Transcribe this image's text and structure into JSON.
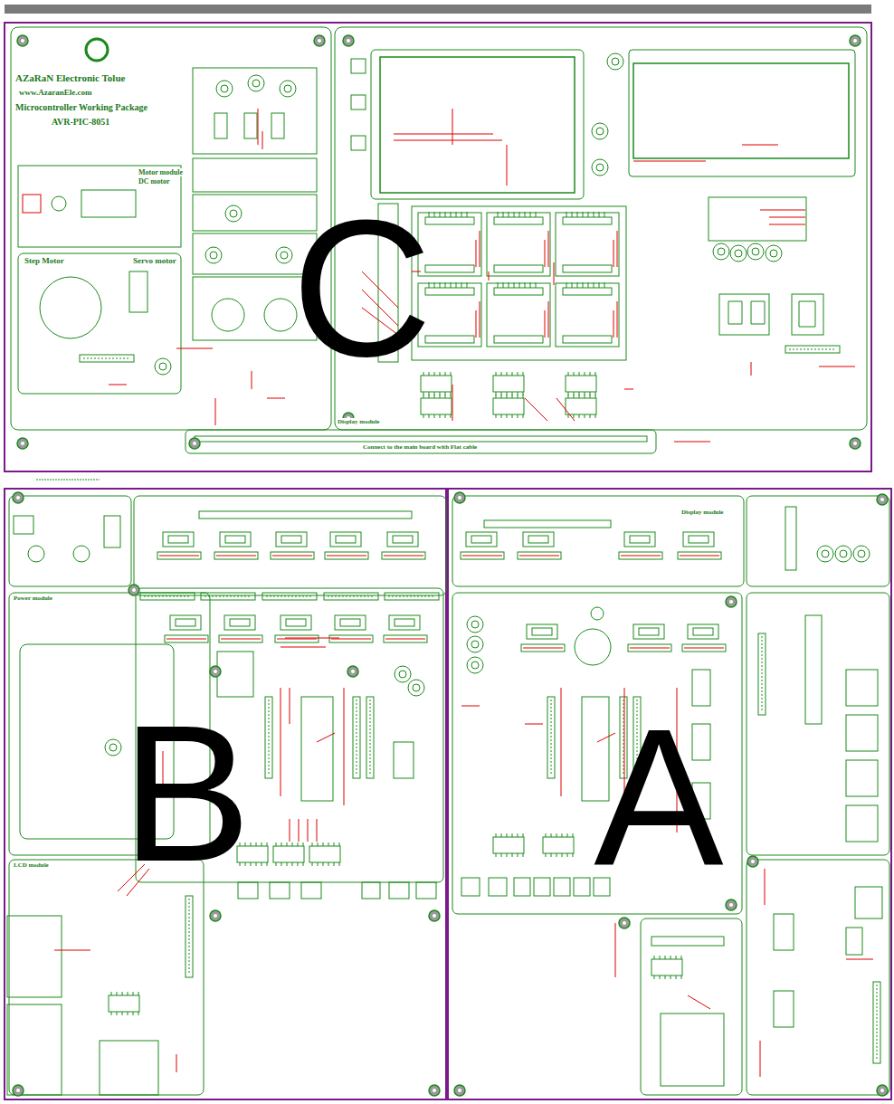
{
  "diagram": {
    "labels": [
      "AZaRaN Electronic Tolue",
      "www.AzaranEle.com",
      "Microcontroller Working Package",
      "AVR-PIC-8051",
      "Motor module",
      "DC motor",
      "Step Motor",
      "Servo motor",
      "Connect to the main board with Flat cable",
      "Display module",
      "Power module",
      "LCD module",
      "Display module",
      "C",
      "B",
      "A"
    ]
  }
}
